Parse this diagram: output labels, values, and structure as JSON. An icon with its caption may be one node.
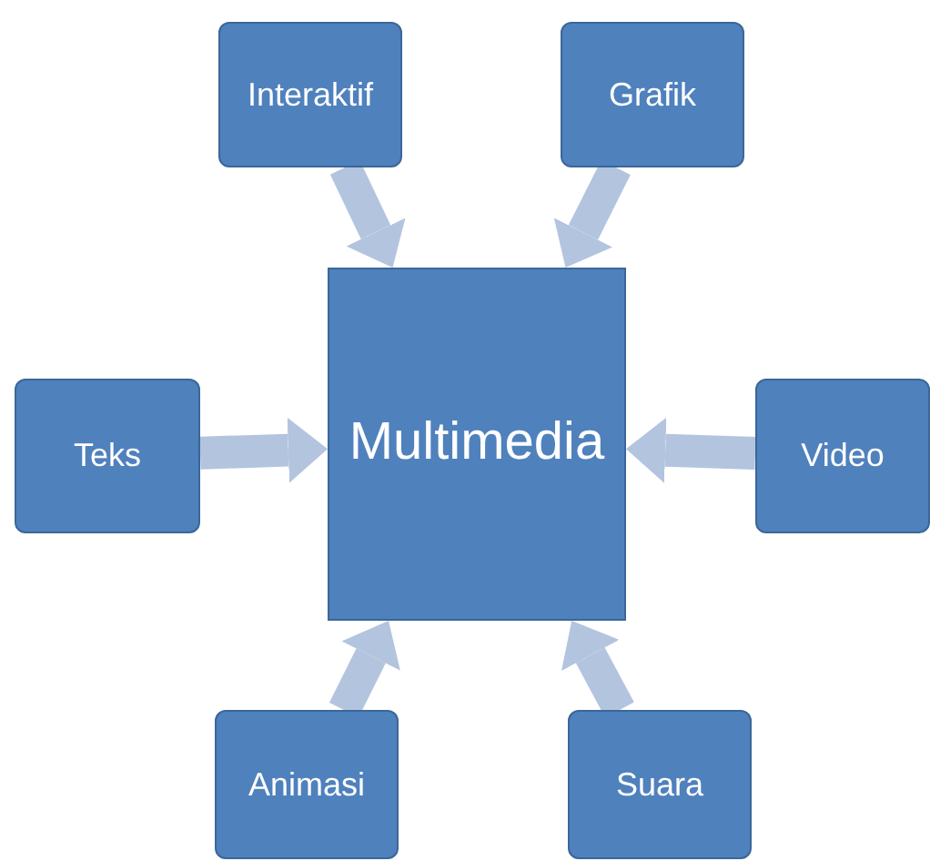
{
  "diagram": {
    "nodes": [
      {
        "text": [
          "Interaktif"
        ]
      },
      {
        "text": [
          "Grafik"
        ]
      },
      {
        "text": [
          "Teks"
        ]
      },
      {
        "text": [
          "Multimedia"
        ]
      },
      {
        "text": [
          "Video"
        ]
      },
      {
        "text": [
          "Animasi"
        ]
      },
      {
        "text": [
          "Suara"
        ]
      }
    ],
    "edges": [
      {
        "from": 0,
        "to": 3,
        "arrow": "to"
      },
      {
        "from": 1,
        "to": 3,
        "arrow": "to"
      },
      {
        "from": 2,
        "to": 3,
        "arrow": "to"
      },
      {
        "from": 4,
        "to": 3,
        "arrow": "to"
      },
      {
        "from": 5,
        "to": 3,
        "arrow": "to"
      },
      {
        "from": 6,
        "to": 3,
        "arrow": "to"
      }
    ]
  }
}
